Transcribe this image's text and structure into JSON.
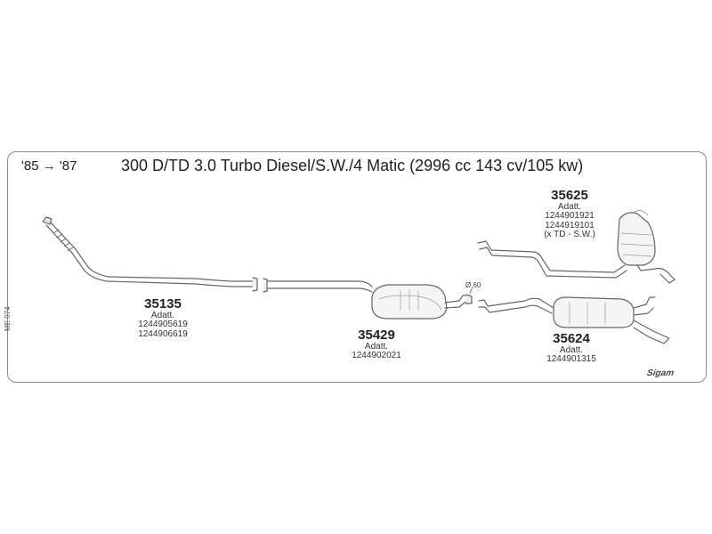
{
  "header": {
    "years": "'85 → '87",
    "title": "300 D/TD 3.0 Turbo Diesel/S.W./4 Matic (2996 cc 143 cv/105 kw)"
  },
  "parts": [
    {
      "number": "35135",
      "adatt": "Adatt.",
      "codes": [
        "1244905619",
        "1244906619"
      ]
    },
    {
      "number": "35429",
      "adatt": "Adatt.",
      "codes": [
        "1244902021"
      ]
    },
    {
      "number": "35625",
      "adatt": "Adatt.",
      "codes": [
        "1244901921",
        "1244919101",
        "(x TD - S.W.)"
      ]
    },
    {
      "number": "35624",
      "adatt": "Adatt.",
      "codes": [
        "1244901315"
      ]
    }
  ],
  "diameter_label": "Ø 60",
  "sheet_code": "ME 074",
  "brand": "Sigam"
}
